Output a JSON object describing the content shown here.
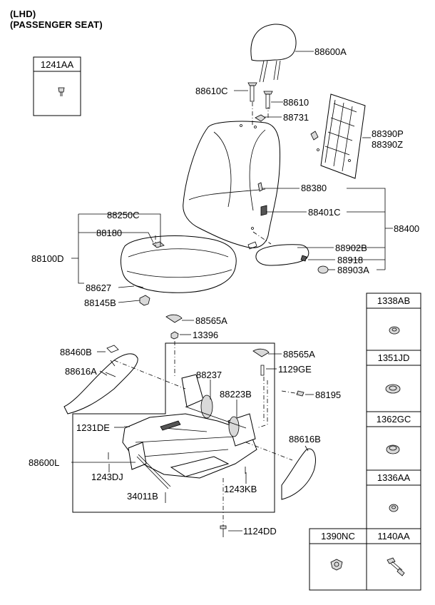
{
  "header": {
    "line1": "(LHD)",
    "line2": "(PASSENGER SEAT)"
  },
  "labels": {
    "p88600A": "88600A",
    "p88610C": "88610C",
    "p88610": "88610",
    "p88731": "88731",
    "p88390P": "88390P",
    "p88390Z": "88390Z",
    "p88380": "88380",
    "p88401C": "88401C",
    "p88400": "88400",
    "p88250C": "88250C",
    "p88180": "88180",
    "p88100D": "88100D",
    "p88902B": "88902B",
    "p88918": "88918",
    "p88903A": "88903A",
    "p88627": "88627",
    "p88145B": "88145B",
    "p88565A_1": "88565A",
    "p13396": "13396",
    "p88460B": "88460B",
    "p88565A_2": "88565A",
    "p88616A": "88616A",
    "p1129GE": "1129GE",
    "p88237": "88237",
    "p88223B": "88223B",
    "p88195": "88195",
    "p1231DE": "1231DE",
    "p88616B": "88616B",
    "p88600L": "88600L",
    "p1243DJ": "1243DJ",
    "p34011B": "34011B",
    "p1243KB": "1243KB",
    "p1124DD": "1124DD"
  },
  "boxes": {
    "b1241AA": "1241AA",
    "b1338AB": "1338AB",
    "b1351JD": "1351JD",
    "b1362GC": "1362GC",
    "b1336AA": "1336AA",
    "b1390NC": "1390NC",
    "b1140AA": "1140AA"
  }
}
